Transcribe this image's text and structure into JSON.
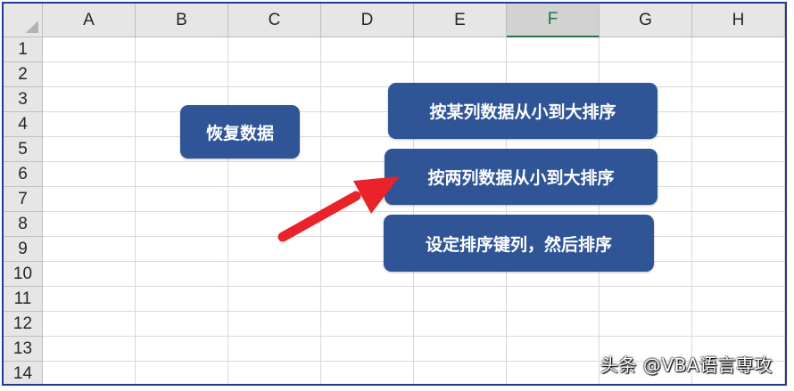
{
  "columns": [
    "A",
    "B",
    "C",
    "D",
    "E",
    "F",
    "G",
    "H"
  ],
  "selected_column": "F",
  "rows": [
    "1",
    "2",
    "3",
    "4",
    "5",
    "6",
    "7",
    "8",
    "9",
    "10",
    "11",
    "12",
    "13",
    "14"
  ],
  "buttons": {
    "restore": "恢复数据",
    "sort_one": "按某列数据从小到大排序",
    "sort_two": "按两列数据从小到大排序",
    "set_key": "设定排序键列，然后排序"
  },
  "watermark": "头条 @VBA语言専攻",
  "colors": {
    "button_fill": "#2f5597",
    "arrow": "#e8232a",
    "selected_header": "#217346"
  }
}
